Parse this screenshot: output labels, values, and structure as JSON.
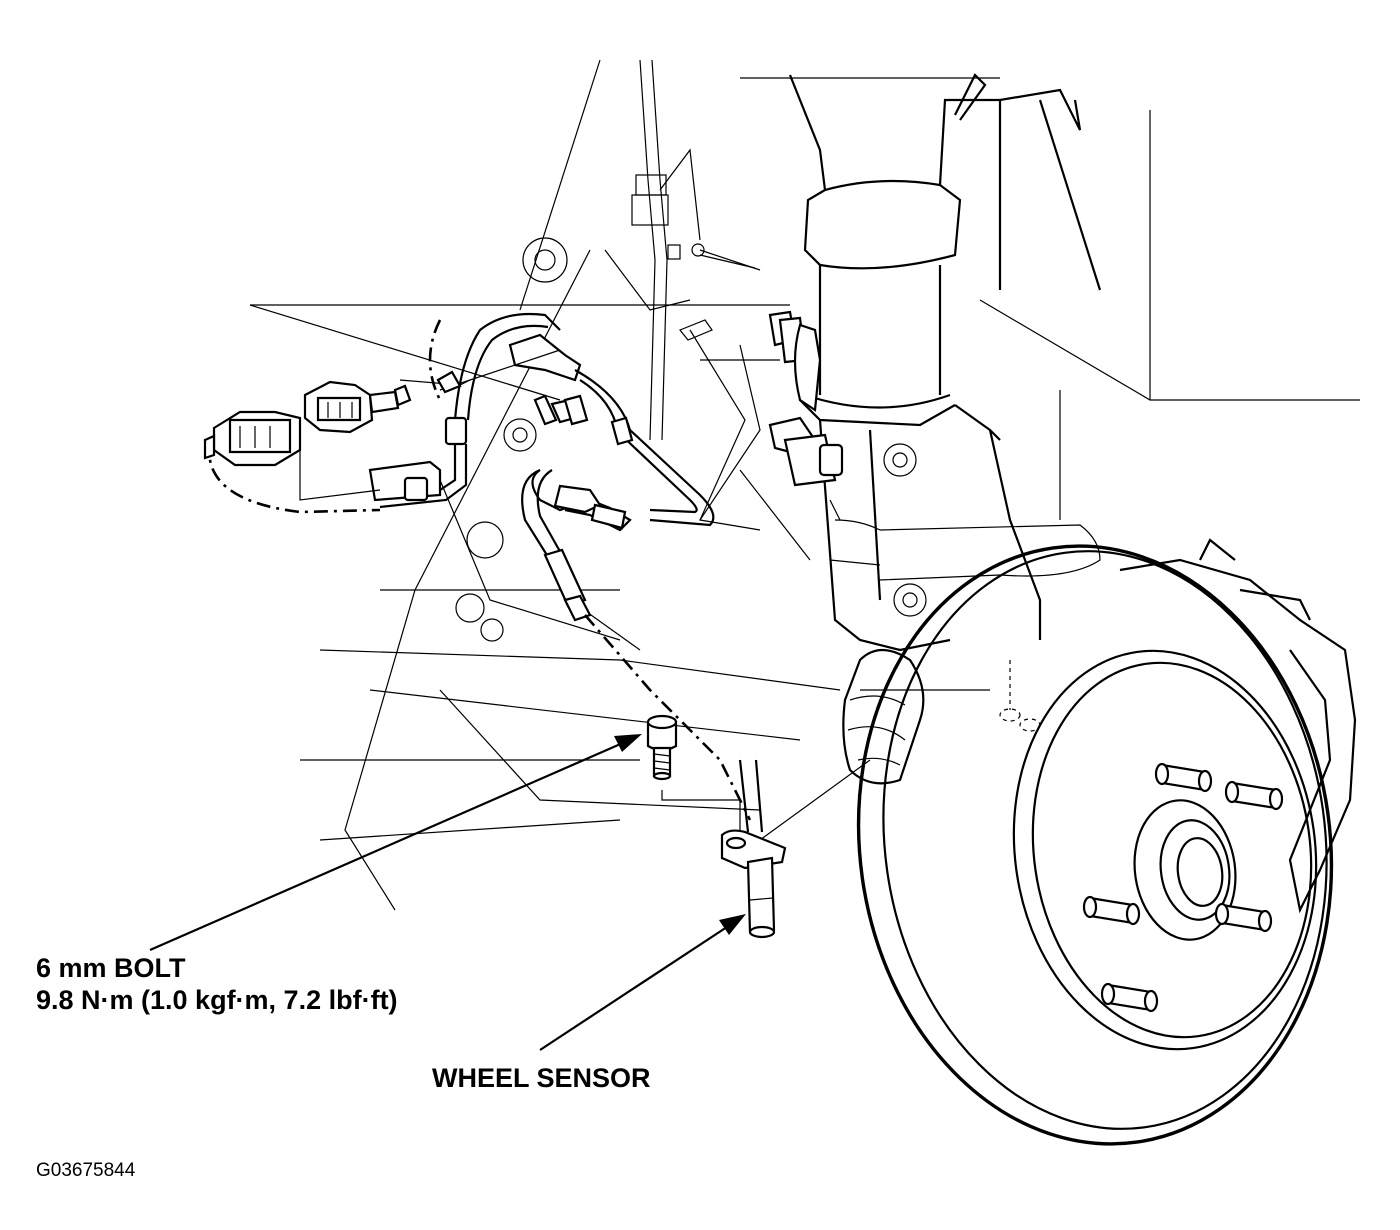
{
  "labels": {
    "bolt_title": "6 mm BOLT",
    "bolt_torque": "9.8 N·m (1.0 kgf·m, 7.2 lbf·ft)",
    "wheel_sensor": "WHEEL SENSOR",
    "figure_id": "G03675844"
  }
}
